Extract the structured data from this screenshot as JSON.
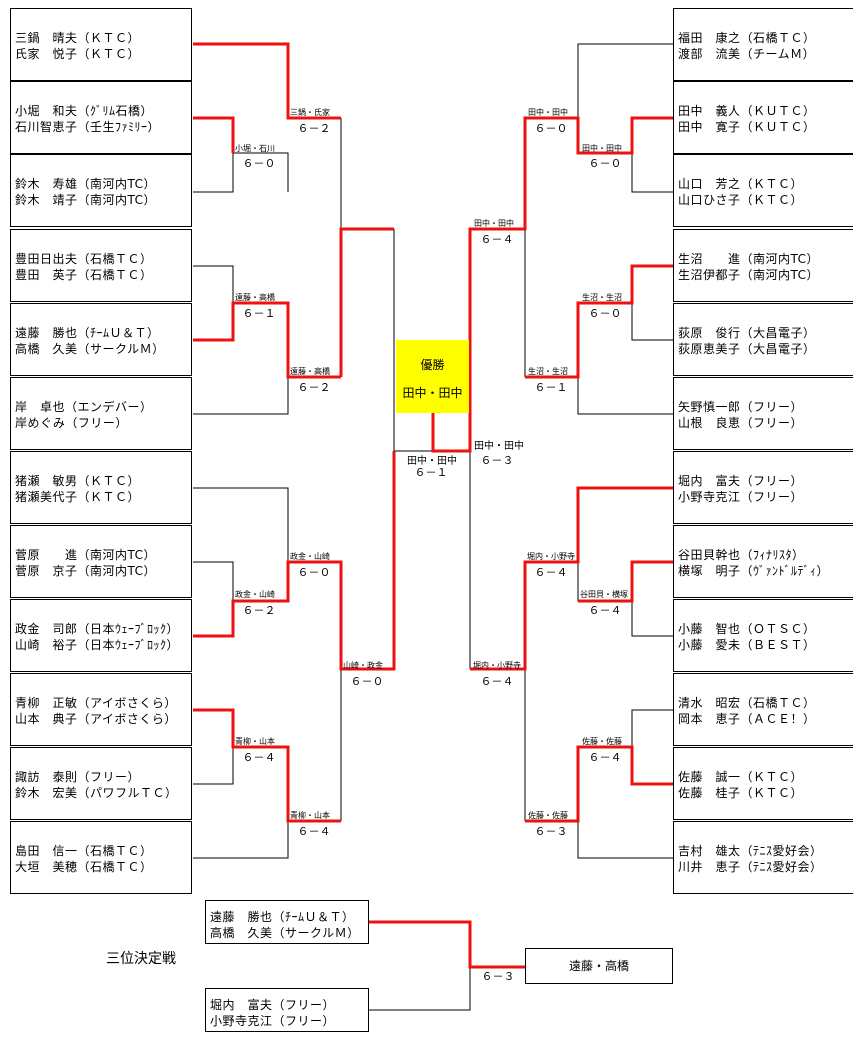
{
  "left_entries": [
    {
      "p1": "三鍋　晴夫（ＫＴＣ）",
      "p2": "氏家　悦子（ＫＴＣ）"
    },
    {
      "p1": "小堀　和夫（ｸﾞﾘﾑ石橋）",
      "p2": "石川智恵子（壬生ﾌｧﾐﾘｰ）"
    },
    {
      "p1": "鈴木　寿雄（南河内TC）",
      "p2": "鈴木　靖子（南河内TC）"
    },
    {
      "p1": "豊田日出夫（石橋ＴＣ）",
      "p2": "豊田　英子（石橋ＴＣ）"
    },
    {
      "p1": "遠藤　勝也（ﾁｰﾑＵ＆Ｔ）",
      "p2": "高橋　久美（サークルＭ）"
    },
    {
      "p1": "岸　卓也（エンデバー）",
      "p2": "岸めぐみ（フリー）"
    },
    {
      "p1": "猪瀬　敏男（ＫＴＣ）",
      "p2": "猪瀬美代子（ＫＴＣ）"
    },
    {
      "p1": "菅原　　進（南河内TC）",
      "p2": "菅原　京子（南河内TC）"
    },
    {
      "p1": "政金　司郎（日本ｳｪｰﾌﾞﾛｯｸ）",
      "p2": "山崎　裕子（日本ｳｪｰﾌﾞﾛｯｸ）"
    },
    {
      "p1": "青柳　正敏（アイボさくら）",
      "p2": "山本　典子（アイボさくら）"
    },
    {
      "p1": "諏訪　泰則（フリー）",
      "p2": "鈴木　宏美（パワフルＴＣ）"
    },
    {
      "p1": "島田　信一（石橋ＴＣ）",
      "p2": "大垣　美穂（石橋ＴＣ）"
    }
  ],
  "right_entries": [
    {
      "p1": "福田　康之（石橋ＴＣ）",
      "p2": "渡部　流美（チームＭ）"
    },
    {
      "p1": "田中　義人（ＫＵＴＣ）",
      "p2": "田中　寛子（ＫＵＴＣ）"
    },
    {
      "p1": "山口　芳之（ＫＴＣ）",
      "p2": "山口ひさ子（ＫＴＣ）"
    },
    {
      "p1": "生沼　　進（南河内TC）",
      "p2": "生沼伊都子（南河内TC）"
    },
    {
      "p1": "荻原　俊行（大昌電子）",
      "p2": "荻原恵美子（大昌電子）"
    },
    {
      "p1": "矢野慎一郎（フリー）",
      "p2": "山根　良恵（フリー）"
    },
    {
      "p1": "堀内　富夫（フリー）",
      "p2": "小野寺克江（フリー）"
    },
    {
      "p1": "谷田貝幹也（ﾌｨﾅﾘｽﾀ）",
      "p2": "横塚　明子（ｳﾞｧﾝﾄﾞﾙﾃﾞｨ）"
    },
    {
      "p1": "小藤　智也（ＯＴＳＣ）",
      "p2": "小藤　愛未（ＢＥＳＴ）"
    },
    {
      "p1": "清水　昭宏（石橋ＴＣ）",
      "p2": "岡本　恵子（ＡＣＥ！）"
    },
    {
      "p1": "佐藤　誠一（ＫＴＣ）",
      "p2": "佐藤　桂子（ＫＴＣ）"
    },
    {
      "p1": "吉村　雄太（ﾃﾆｽ愛好会）",
      "p2": "川井　恵子（ﾃﾆｽ愛好会）"
    }
  ],
  "results": {
    "l_r1_a": {
      "label": "小堀・石川",
      "score": "６－０"
    },
    "l_r1_b": {
      "label": "遠藤・高橋",
      "score": "６－１"
    },
    "l_r1_c": {
      "label": "政金・山崎",
      "score": "６－２"
    },
    "l_r1_d": {
      "label": "青柳・山本",
      "score": "６－４"
    },
    "l_r2_a": {
      "label": "三鍋・氏家",
      "score": "６－２"
    },
    "l_r2_b": {
      "label": "遠藤・高橋",
      "score": "６－２"
    },
    "l_r2_c": {
      "label": "政金・山崎",
      "score": "６－０"
    },
    "l_r2_d": {
      "label": "青柳・山本",
      "score": "６－４"
    },
    "l_r3_b": {
      "label": "山崎・政金",
      "score": "６－０"
    },
    "r_r1_a": {
      "label": "田中・田中",
      "score": "６－０"
    },
    "r_r1_b": {
      "label": "生沼・生沼",
      "score": "６－０"
    },
    "r_r1_c": {
      "label": "谷田貝・横塚",
      "score": "６－４"
    },
    "r_r1_d": {
      "label": "佐藤・佐藤",
      "score": "６－４"
    },
    "r_r2_a": {
      "label": "田中・田中",
      "score": "６－０"
    },
    "r_r2_b": {
      "label": "生沼・生沼",
      "score": "６－１"
    },
    "r_r2_c": {
      "label": "堀内・小野寺",
      "score": "６－４"
    },
    "r_r2_d": {
      "label": "佐藤・佐藤",
      "score": "６－３"
    },
    "r_r3_a": {
      "label": "田中・田中",
      "score": "６－４"
    },
    "r_r3_b": {
      "label": "堀内・小野寺",
      "score": "６－４"
    },
    "l_semi": {
      "label": "田中・田中",
      "score": "６－１"
    },
    "r_semi": {
      "label": "田中・田中",
      "score": "６－３"
    }
  },
  "champion": {
    "title": "優勝",
    "name": "田中・田中"
  },
  "third_place": {
    "title": "三位決定戦",
    "entries": [
      {
        "p1": "遠藤　勝也（ﾁｰﾑＵ＆Ｔ）",
        "p2": "高橋　久美（サークルＭ）"
      },
      {
        "p1": "堀内　富夫（フリー）",
        "p2": "小野寺克江（フリー）"
      }
    ],
    "score": "６－３",
    "winner": "遠藤・高橋"
  },
  "colors": {
    "win_line": "#ee1111",
    "line": "#000000",
    "champion_bg": "#ffff00"
  }
}
